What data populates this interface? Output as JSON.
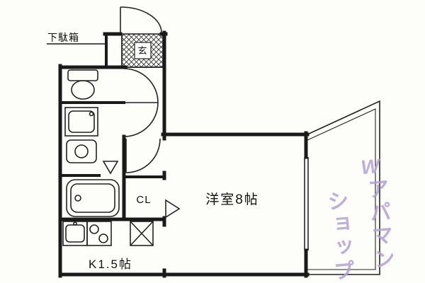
{
  "plan": {
    "background": "#fdfdfa",
    "wall_color": "#1a1a1a",
    "labels": {
      "shoe_cabinet": "下駄箱",
      "entrance_kanji": "玄",
      "closet": "CL",
      "western_room": "洋室8帖",
      "kitchen": "K1.5帖"
    },
    "watermark": {
      "mark": "W",
      "line1": "アパマン",
      "line2": "ショップ",
      "color": "#b2a2d2"
    }
  }
}
